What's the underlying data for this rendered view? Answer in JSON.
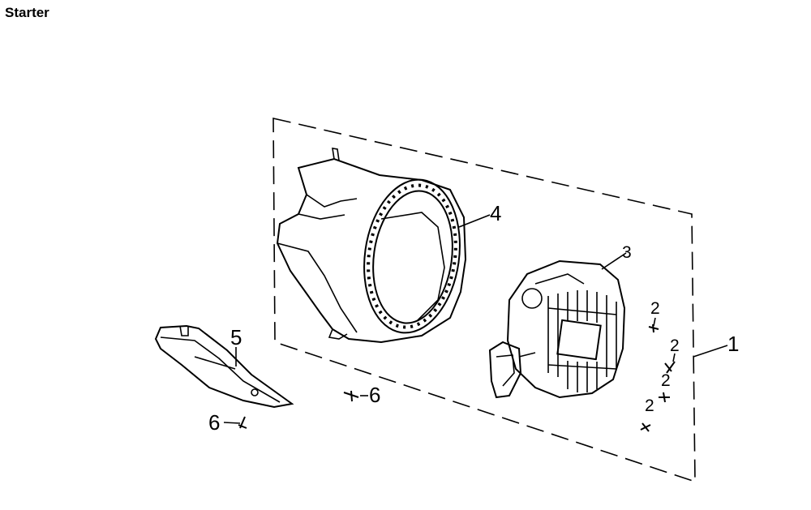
{
  "title": "Starter",
  "callouts": {
    "p1": "1",
    "p2a": "2",
    "p2b": "2",
    "p2c": "2",
    "p2d": "2",
    "p3": "3",
    "p4": "4",
    "p5": "5",
    "p6a": "6",
    "p6b": "6"
  }
}
